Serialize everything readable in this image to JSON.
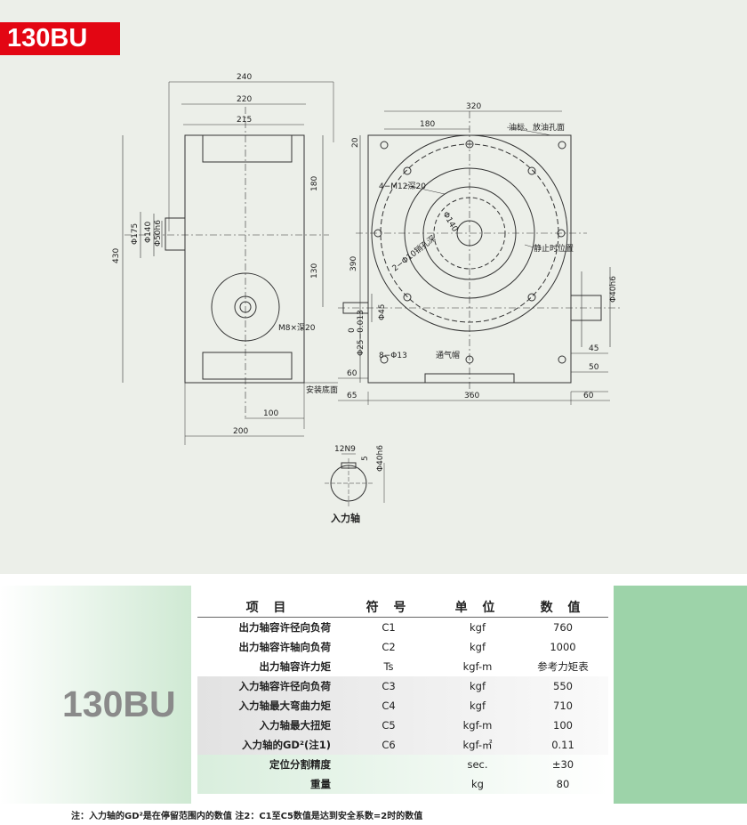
{
  "title": "130BU",
  "model_label": "130BU",
  "drawing": {
    "dims_left": [
      "240",
      "220",
      "215",
      "180",
      "130",
      "430",
      "Φ175",
      "Φ140",
      "Φ50h6",
      "M8×深20",
      "100",
      "200",
      "安装底面"
    ],
    "dims_right": [
      "320",
      "180",
      "油标、放油孔面",
      "20",
      "4−M12深20",
      "Φ140",
      "2−Φ10销孔深",
      "静止时位置",
      "390",
      "Φ45",
      "Φ40h6",
      "Φ25−0.013",
      "0",
      "8−Φ13",
      "通气帽",
      "45",
      "50",
      "60",
      "65",
      "360",
      "60"
    ],
    "shaft_dims": [
      "12N9",
      "5",
      "Φ40h6"
    ],
    "shaft_label": "入力轴"
  },
  "table": {
    "headers": [
      "项 目",
      "符 号",
      "单 位",
      "数 值"
    ],
    "rows": [
      {
        "item": "出力轴容许径向负荷",
        "symbol": "C1",
        "unit": "kgf",
        "value": "760"
      },
      {
        "item": "出力轴容许轴向负荷",
        "symbol": "C2",
        "unit": "kgf",
        "value": "1000"
      },
      {
        "item": "出力轴容许力矩",
        "symbol": "Ts",
        "unit": "kgf-m",
        "value": "参考力矩表"
      },
      {
        "item": "入力轴容许径向负荷",
        "symbol": "C3",
        "unit": "kgf",
        "value": "550"
      },
      {
        "item": "入力轴最大弯曲力矩",
        "symbol": "C4",
        "unit": "kgf",
        "value": "710"
      },
      {
        "item": "入力轴最大扭矩",
        "symbol": "C5",
        "unit": "kgf-m",
        "value": "100"
      },
      {
        "item": "入力轴的GD²(注1)",
        "symbol": "C6",
        "unit": "kgf-㎡",
        "value": "0.11"
      },
      {
        "item": "定位分割精度",
        "symbol": "",
        "unit": "sec.",
        "value": "±30"
      },
      {
        "item": "重量",
        "symbol": "",
        "unit": "kg",
        "value": "80"
      }
    ]
  },
  "footnote": "注：入力轴的GD²是在停留范围内的数值  注2：C1至C5数值是达到安全系数=2时的数值"
}
